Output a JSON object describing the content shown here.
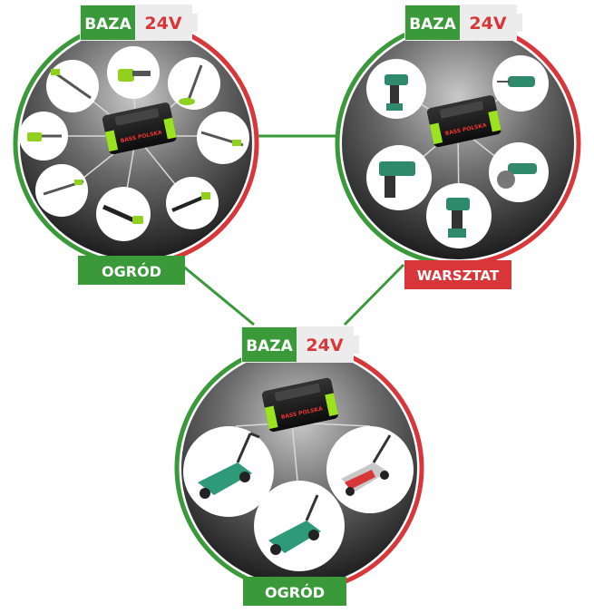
{
  "colors": {
    "green": "#3a9a3a",
    "red": "#d9363a",
    "battery_dark": "#1d1d1d",
    "battery_accent": "#9be31f",
    "tool_green": "#2e9a7a"
  },
  "clusters": [
    {
      "id": "garden-tools",
      "badge_name": "BAZA",
      "badge_voltage": "24V",
      "category": "OGRÓD",
      "category_color": "green",
      "battery_brand": "BASS POLSKA",
      "tools": [
        "pole-saw-icon",
        "chainsaw-icon",
        "grass-trimmer-icon",
        "hedge-trimmer-icon",
        "long-hedge-trimmer-icon",
        "pole-pruner-icon",
        "leaf-blower-icon",
        "hedge-cutter-icon"
      ]
    },
    {
      "id": "workshop-tools",
      "badge_name": "BAZA",
      "badge_voltage": "24V",
      "category": "WARSZTAT",
      "category_color": "red",
      "battery_brand": "BASS POLSKA",
      "tools": [
        "drill-driver-icon",
        "reciprocating-saw-icon",
        "stapler-icon",
        "angle-grinder-icon",
        "impact-wrench-icon"
      ]
    },
    {
      "id": "mower-tools",
      "badge_name": "BAZA",
      "badge_voltage": "24V",
      "category": "OGRÓD",
      "category_color": "green",
      "battery_brand": "BASS POLSKA",
      "tools": [
        "lawn-mower-green-icon",
        "lawn-mower-red-icon",
        "lawn-mower-small-icon"
      ]
    }
  ]
}
